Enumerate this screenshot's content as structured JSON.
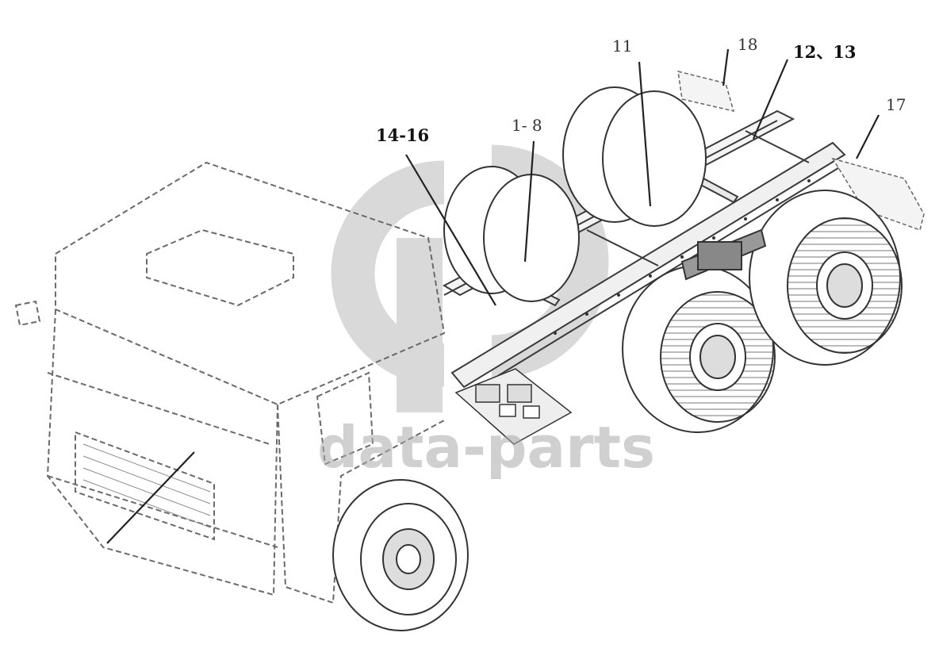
{
  "diagram": {
    "callouts": {
      "c14_16": "14-16",
      "c1_8": "1- 8",
      "c11": "11",
      "c18": "18",
      "c12_13": "12、13",
      "c17": "17"
    },
    "watermark_text": "data-parts",
    "colors": {
      "line": "#3a3a3a",
      "dashed": "#6a6a6a",
      "leader": "#222222",
      "watermark": "#aaaaaa"
    }
  }
}
